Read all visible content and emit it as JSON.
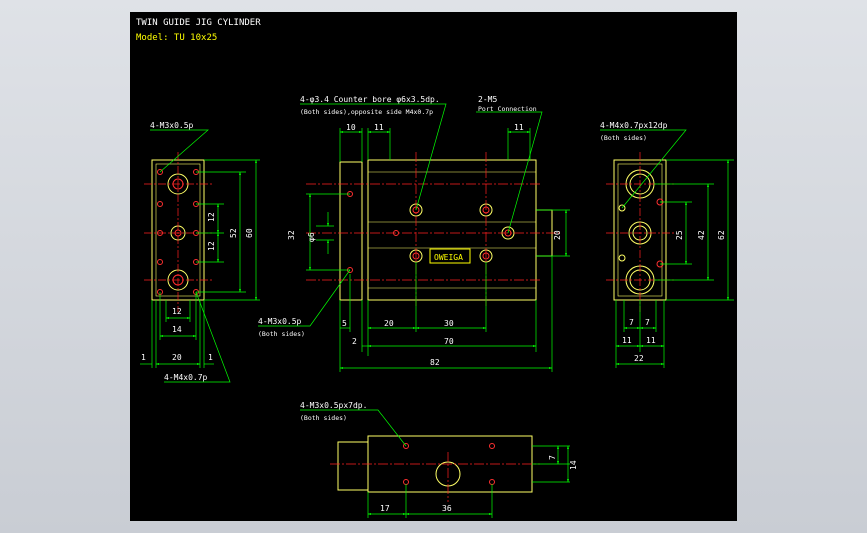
{
  "title": "TWIN GUIDE JIG CYLINDER",
  "model": "Model:  TU  10x25",
  "colors": {
    "background": "#000000",
    "outline": "#ffff66",
    "dimension": "#00ff00",
    "centerline": "#ff2020",
    "hole": "#ff3030",
    "text": "#ffffff",
    "model_text": "#ffff00"
  },
  "annotations": {
    "left_top": "4-M3x0.5p",
    "left_bottom": "4-M4x0.7p",
    "front_holes": "4-φ3.4  Counter bore φ6x3.5dp.",
    "front_holes_sub": "(Both sides),opposite side  M4x0.7p",
    "port": "2-M5",
    "port_sub": "Port Connection",
    "front_side": "4-M3x0.5p",
    "front_side_sub": "(Both sides)",
    "right_top": "4-M4x0.7px12dp",
    "right_top_sub": "(Both sides)",
    "bottom_holes": "4-M3x0.5px7dp.",
    "bottom_holes_sub": "(Both sides)",
    "brand": "OWEIGA"
  },
  "dims": {
    "left_12a": "12",
    "left_12b": "12",
    "left_52": "52",
    "left_60": "60",
    "left_12c": "12",
    "left_14": "14",
    "left_20": "20",
    "left_1a": "1",
    "left_1b": "1",
    "front_10": "10",
    "front_11a": "11",
    "front_11b": "11",
    "front_32": "32",
    "front_6": "φ6",
    "front_20v": "20",
    "front_5": "5",
    "front_20": "20",
    "front_30": "30",
    "front_2": "2",
    "front_70": "70",
    "front_82": "82",
    "right_25": "25",
    "right_42": "42",
    "right_62": "62",
    "right_7a": "7",
    "right_7b": "7",
    "right_11a": "11",
    "right_11b": "11",
    "right_22": "22",
    "bottom_7": "7",
    "bottom_14": "14",
    "bottom_17": "17",
    "bottom_36": "36"
  }
}
